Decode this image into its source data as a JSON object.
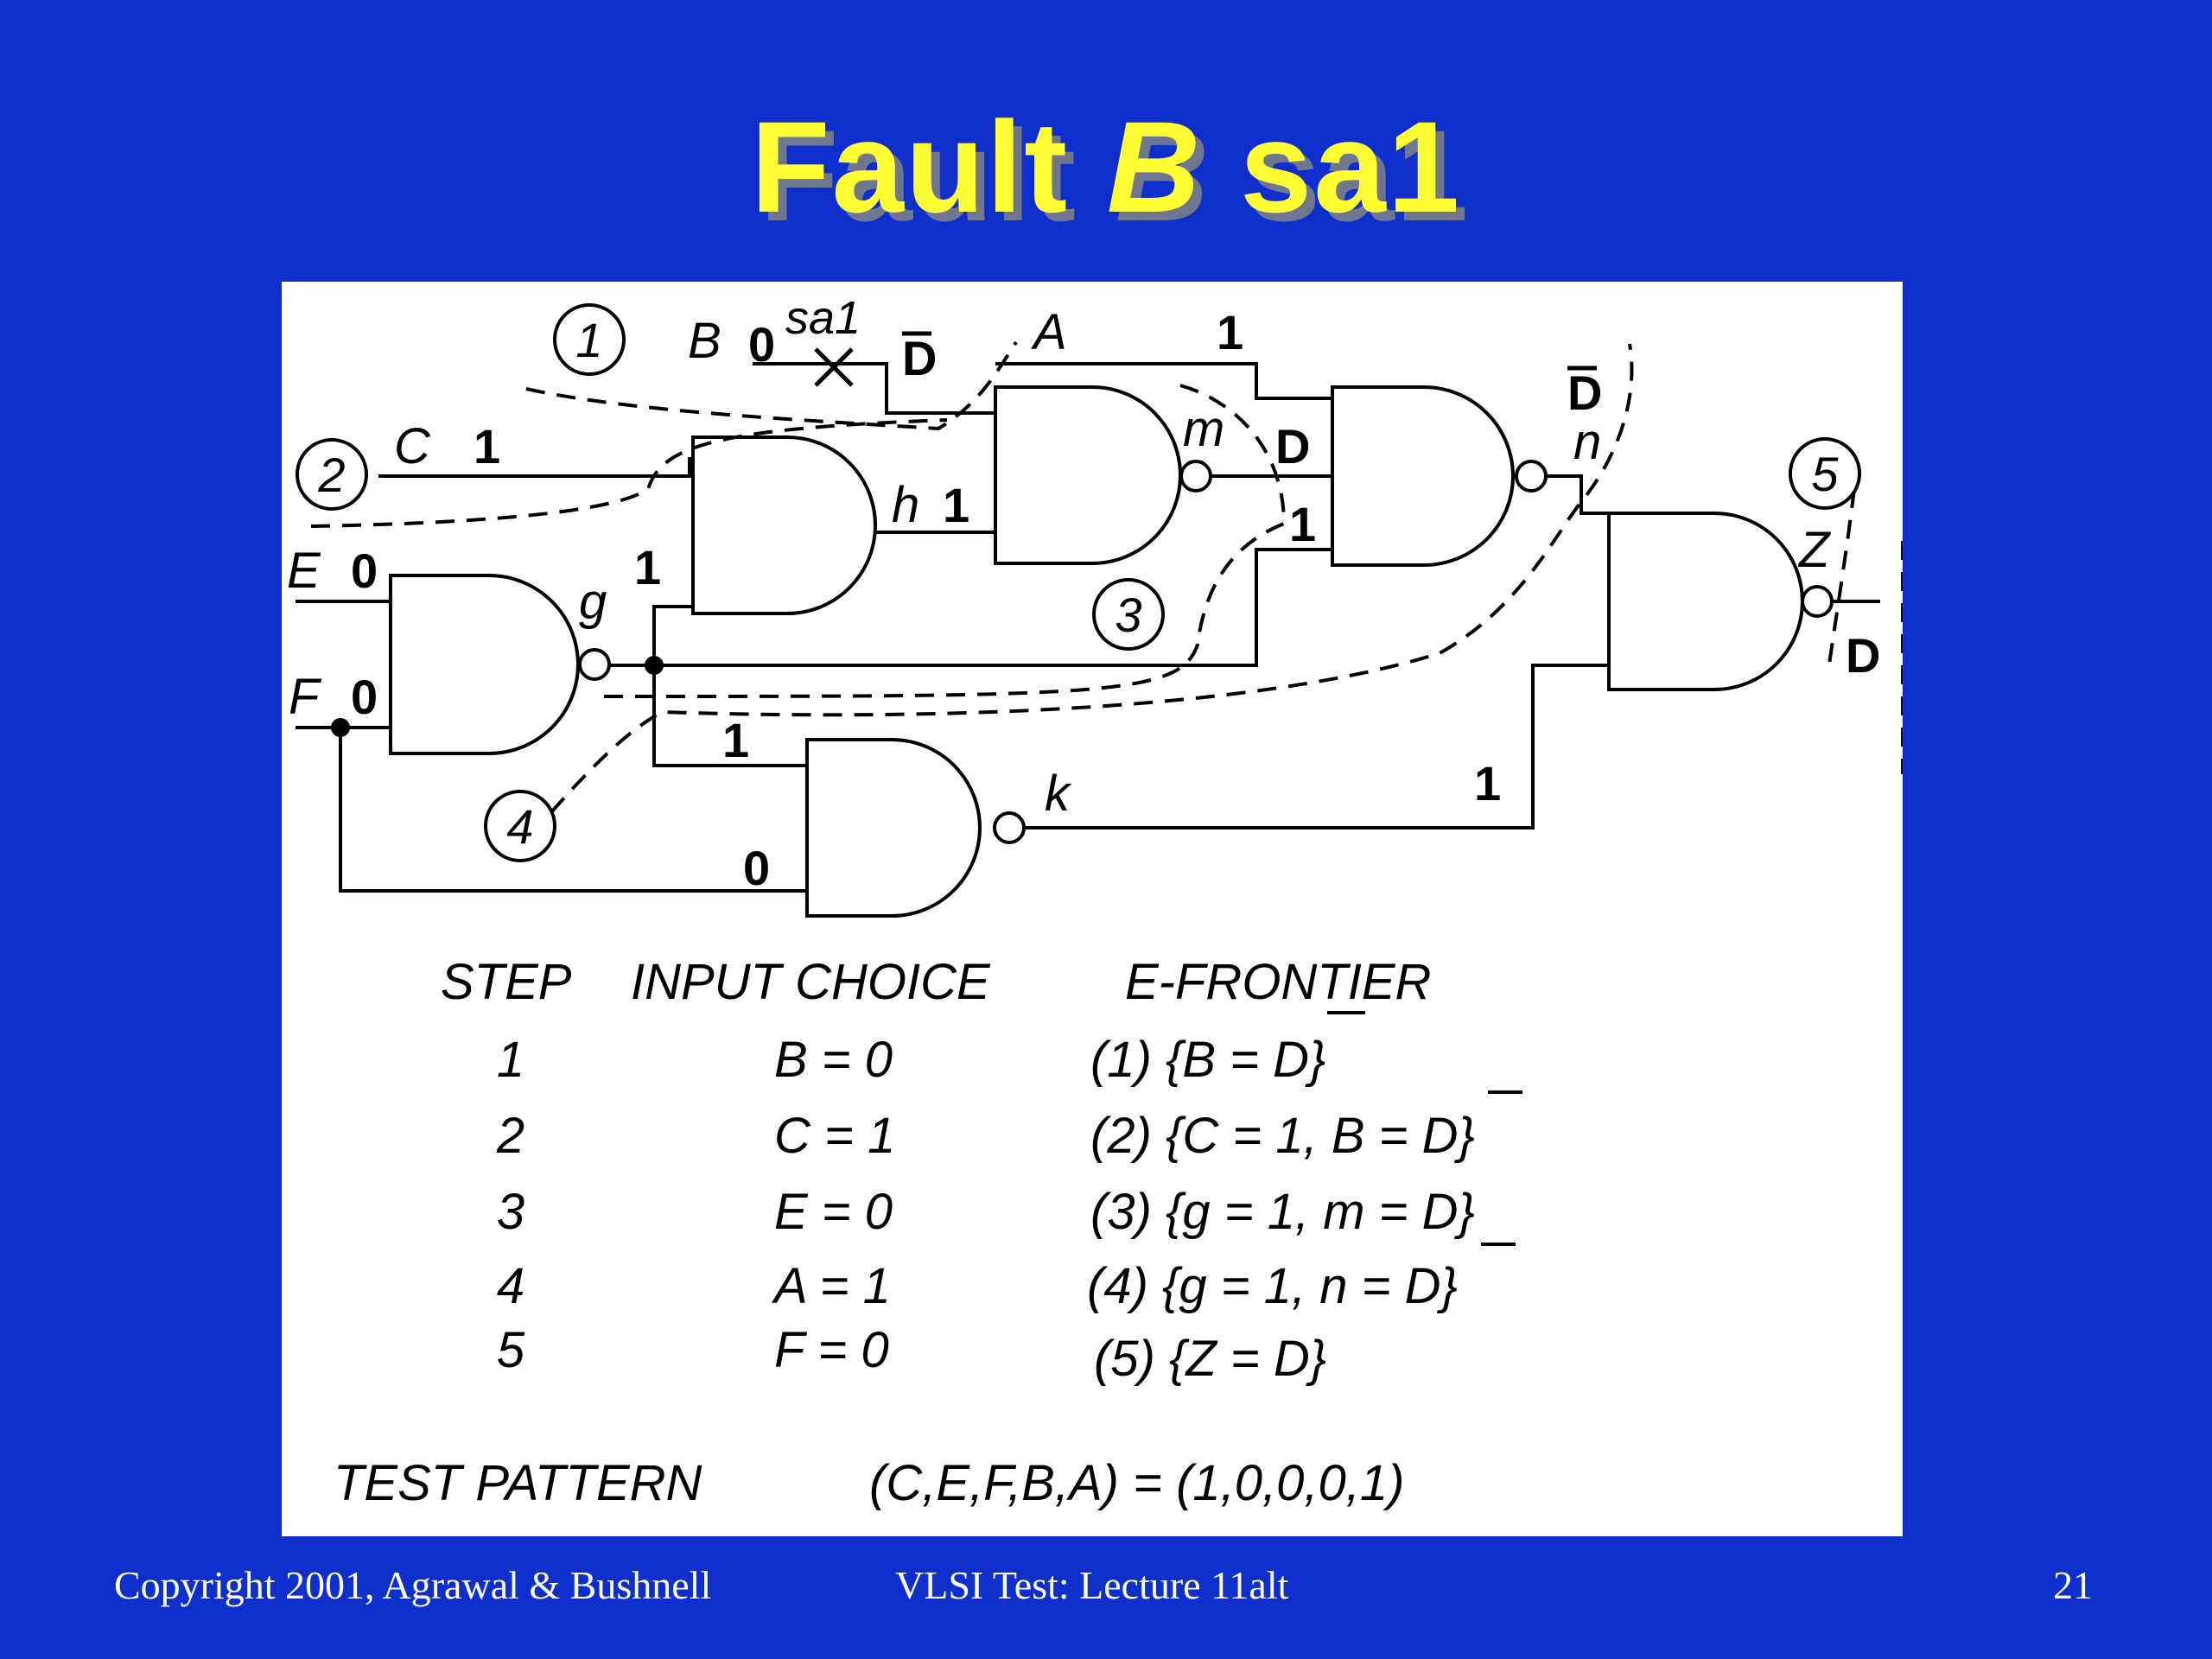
{
  "slide": {
    "title_prefix": "Fault",
    "title_var": "B",
    "title_suffix": "sa1",
    "footer_left": "Copyright 2001, Agrawal & Bushnell",
    "footer_center": "VLSI Test: Lecture 11alt",
    "page_number": "21"
  },
  "circuit": {
    "signals": {
      "A": "A",
      "B": "B",
      "C": "C",
      "E": "E",
      "F": "F",
      "g": "g",
      "h": "h",
      "m": "m",
      "n": "n",
      "k": "k",
      "Z": "Z"
    },
    "values": {
      "B": "0",
      "fault": "sa1",
      "B_out": "D",
      "A": "1",
      "C": "1",
      "E": "0",
      "F": "0",
      "g_upper": "1",
      "g_lower": "1",
      "F_branch": "0",
      "h": "1",
      "m": "D",
      "mid_input": "1",
      "n": "D",
      "k": "1",
      "Z": "D"
    },
    "step_markers": [
      "1",
      "2",
      "3",
      "4",
      "5"
    ]
  },
  "table": {
    "headers": [
      "STEP",
      "INPUT CHOICE",
      "E-FRONTIER"
    ],
    "rows": [
      {
        "step": "1",
        "choice": "B = 0",
        "frontier_a": "(1) {B = ",
        "frontier_bar": "D",
        "frontier_b": "}"
      },
      {
        "step": "2",
        "choice": "C = 1",
        "frontier_a": "(2) {C = 1, B = ",
        "frontier_bar": "D",
        "frontier_b": "}"
      },
      {
        "step": "3",
        "choice": "E = 0",
        "frontier_a": "(3) {g = 1, m = ",
        "frontier_bar": "D",
        "frontier_b": "}"
      },
      {
        "step": "4",
        "choice": "A = 1",
        "frontier_a": "(4) {g = 1, n = ",
        "frontier_bar": "D",
        "frontier_b": "}"
      },
      {
        "step": "5",
        "choice": "F = 0",
        "frontier_a": "(5) {Z = D}",
        "frontier_bar": "",
        "frontier_b": ""
      }
    ],
    "test_pattern_label": "TEST PATTERN",
    "test_pattern_value": "(C,E,F,B,A) = (1,0,0,0,1)"
  },
  "colors": {
    "background": "#0F2FCC",
    "title": "#FFFF33",
    "panel": "#FFFFFF",
    "ink": "#000000"
  }
}
